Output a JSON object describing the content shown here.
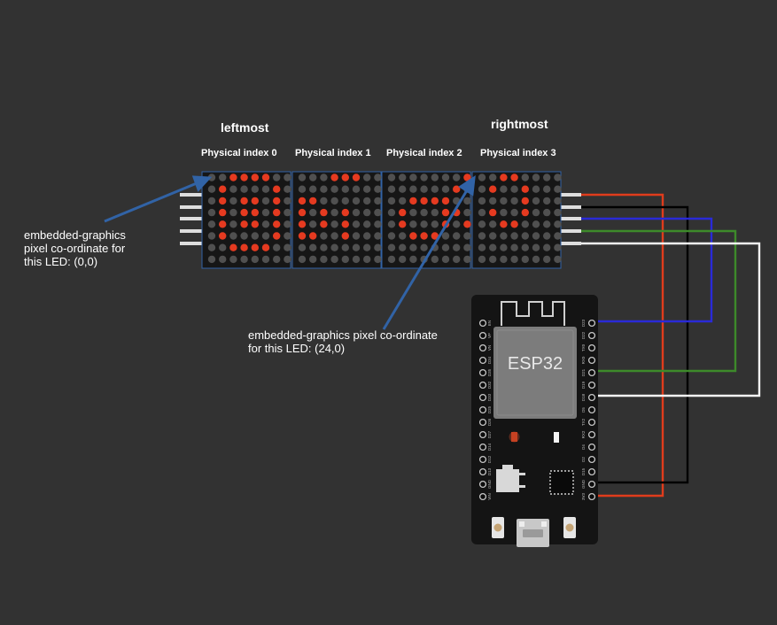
{
  "labels": {
    "leftmost": "leftmost",
    "rightmost": "rightmost",
    "physical_indices": [
      "Physical index 0",
      "Physical index 1",
      "Physical index 2",
      "Physical index 3"
    ],
    "note_first_led": "embedded-graphics\npixel co-ordinate for\nthis LED: (0,0)",
    "note_second_led": "embedded-graphics pixel co-ordinate\nfor this LED: (24,0)"
  },
  "board": {
    "chip_label": "ESP32",
    "pins_left": [
      "EN",
      "VP",
      "VN",
      "D34",
      "D35",
      "D32",
      "D33",
      "D25",
      "D26",
      "D27",
      "D14",
      "D12",
      "D13",
      "GND",
      "VIN"
    ],
    "pins_right": [
      "D23",
      "D22",
      "TX0",
      "RX0",
      "D21",
      "D19",
      "D18",
      "D5",
      "TX2",
      "RX2",
      "D4",
      "D2",
      "D15",
      "GND",
      "3V3"
    ]
  },
  "matrix": {
    "modules": [
      [
        "00111100",
        "01000010",
        "01011010",
        "01011010",
        "01011010",
        "01000010",
        "00111100",
        "00000000"
      ],
      [
        "00011100",
        "00000000",
        "11000000",
        "10101000",
        "10101000",
        "11001000",
        "00000000",
        "00000000"
      ],
      [
        "00000001",
        "00000010",
        "00111100",
        "01000110",
        "01000101",
        "00111000",
        "00000000",
        "00000000"
      ],
      [
        "00110000",
        "01001000",
        "00001000",
        "01001000",
        "00110000",
        "00000000",
        "00000000",
        "00000000"
      ]
    ],
    "on_color": "#e53a20",
    "off_color": "#505050"
  },
  "colors": {
    "background": "#323232",
    "arrow": "#3163a6",
    "wire_red": "#e03c1c",
    "wire_black": "#000000",
    "wire_blue": "#2a2ad8",
    "wire_green": "#3d8a2a",
    "wire_white": "#f2f2f2"
  }
}
